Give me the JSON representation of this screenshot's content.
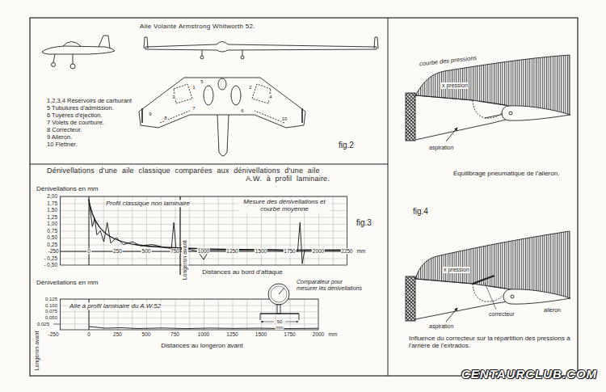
{
  "diagram": {
    "labels": [
      "Aile Volante Armstrong Whitworth 52.",
      "1,2,3,4 Réservoirs de carburant",
      "5 Tubulures d'admission.",
      "6 Tuyères d'éjection.",
      "7 Volets de courbure.",
      "8 Correcteur.",
      "9 Aileron.",
      "10 Flettner.",
      "fig.2",
      "1",
      "2",
      "3",
      "4",
      "5",
      "6",
      "7",
      "8",
      "9",
      "10",
      "Dénivellations d'une aile classique comparées aux dénivellations d'une aile A.W. à profil laminaire.",
      "Dénivellations en mm",
      "2,00",
      "1,75",
      "1,50",
      "1,25",
      "1,00",
      "0,75",
      "0,50",
      "0,25",
      "-250",
      "0",
      "250",
      "500",
      "750",
      "1000",
      "1250",
      "1500",
      "1750",
      "2000",
      "2250",
      "mm",
      "- 0,25",
      "- 0,50",
      "Profil classique non laminaire",
      "Mesure des dénivellations et courbe moyenne",
      "fig.3",
      "Longeron avant",
      "Distances au bord d'attaque",
      "Dénivellations en mm",
      "0,125",
      "0,100",
      "0,075",
      "0,050",
      "0,025",
      "Aile à profil laminaire du A.W.52",
      "Comparateur pour mesurer les dénivellations",
      "50",
      "mm",
      "-250",
      "0",
      "250",
      "500",
      "750",
      "1000",
      "1250",
      "1500",
      "1750",
      "2000",
      "mm",
      "Longeron avant",
      "Distances au longeron avant",
      "courbe des pressions",
      "x pression",
      "aspiration",
      "Équilibrage pneumatique de l'aileron.",
      "fig.4",
      "x pression",
      "aileron",
      "correcteur",
      "aspiration",
      "Influence du correcteur sur la répartition des pressions à l'arrière de l'extrados.",
      "CENTAURCLUB.COM"
    ]
  }
}
